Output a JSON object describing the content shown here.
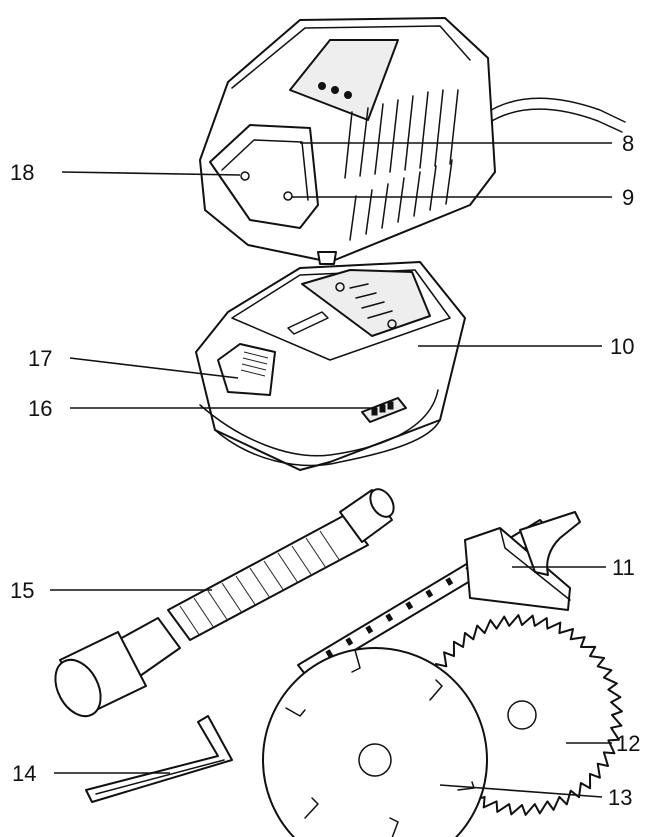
{
  "callouts": [
    {
      "id": "8",
      "text": "8"
    },
    {
      "id": "9",
      "text": "9"
    },
    {
      "id": "10",
      "text": "10"
    },
    {
      "id": "11",
      "text": "11"
    },
    {
      "id": "12",
      "text": "12"
    },
    {
      "id": "13",
      "text": "13"
    },
    {
      "id": "14",
      "text": "14"
    },
    {
      "id": "15",
      "text": "15"
    },
    {
      "id": "16",
      "text": "16"
    },
    {
      "id": "17",
      "text": "17"
    },
    {
      "id": "18",
      "text": "18"
    }
  ],
  "colors": {
    "line": "#111111",
    "background": "#ffffff"
  }
}
